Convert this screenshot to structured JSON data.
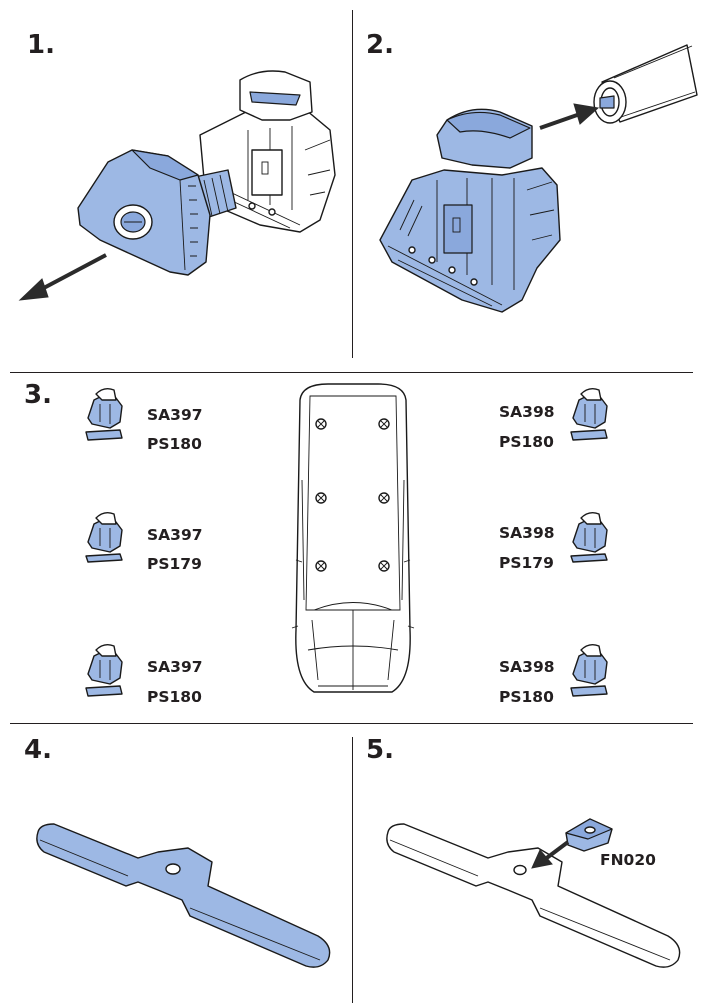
{
  "steps": {
    "s1": "1.",
    "s2": "2.",
    "s3": "3.",
    "s4": "4.",
    "s5": "5."
  },
  "step3": {
    "left": [
      {
        "foot": "SA397",
        "pad": "PS180"
      },
      {
        "foot": "SA397",
        "pad": "PS179"
      },
      {
        "foot": "SA397",
        "pad": "PS180"
      }
    ],
    "right": [
      {
        "foot": "SA398",
        "pad": "PS180"
      },
      {
        "foot": "SA398",
        "pad": "PS179"
      },
      {
        "foot": "SA398",
        "pad": "PS180"
      }
    ]
  },
  "step5": {
    "part": "FN020"
  },
  "colors": {
    "highlight_blue": "#9db8e4",
    "line": "#1a1a1a"
  }
}
